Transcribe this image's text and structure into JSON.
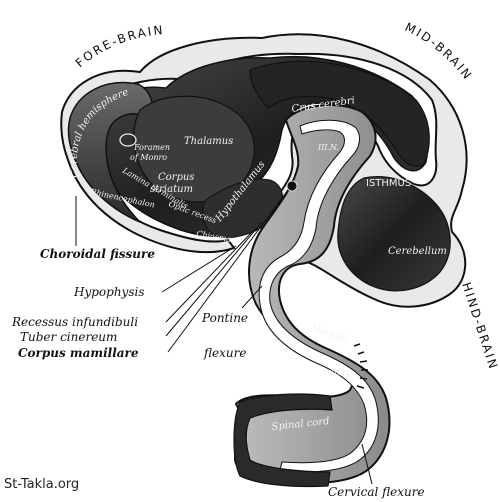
{
  "regions": {
    "fore_brain": "FORE-BRAIN",
    "mid_brain": "MID-BRAIN",
    "hind_brain": "HIND-BRAIN"
  },
  "inner_labels": {
    "cerebral_hemisphere": "Cerebral hemisphere",
    "foramen": "Foramen",
    "of_monro": "of Monro",
    "thalamus": "Thalamus",
    "corpus": "Corpus",
    "striatum": "striatum",
    "lamina_terminalis": "Lamina terminalis",
    "rhinencephalon": "Rhinencephalon",
    "optic_recess": "Optic recess",
    "hypothalamus": "Hypothalamus",
    "chiasma": "Chiasma",
    "crus_cerebri": "Crus cerebri",
    "iii_n": "III.N.",
    "isthmus": "ISTHMUS",
    "cerebellum": "Cerebellum",
    "medulla": "Medulla",
    "xii_n": "XII.N.",
    "spinal_cord": "Spinal cord"
  },
  "outer_labels": {
    "choroidal_fissure": "Choroidal fissure",
    "hypophysis": "Hypophysis",
    "recessus_infundibuli": "Recessus infundibuli",
    "tuber_cinereum": "Tuber cinereum",
    "corpus_mamillare": "Corpus mamillare",
    "pontine": "Pontine",
    "flexure": "flexure",
    "cervical_flexure": "Cervical flexure"
  },
  "watermark": "St-Takla.org",
  "colors": {
    "background": "#ffffff",
    "ink": "#111111",
    "tissue_dark": "#2b2b2b",
    "tissue_mid": "#555555",
    "tube_wall": "#d8d8d8"
  }
}
